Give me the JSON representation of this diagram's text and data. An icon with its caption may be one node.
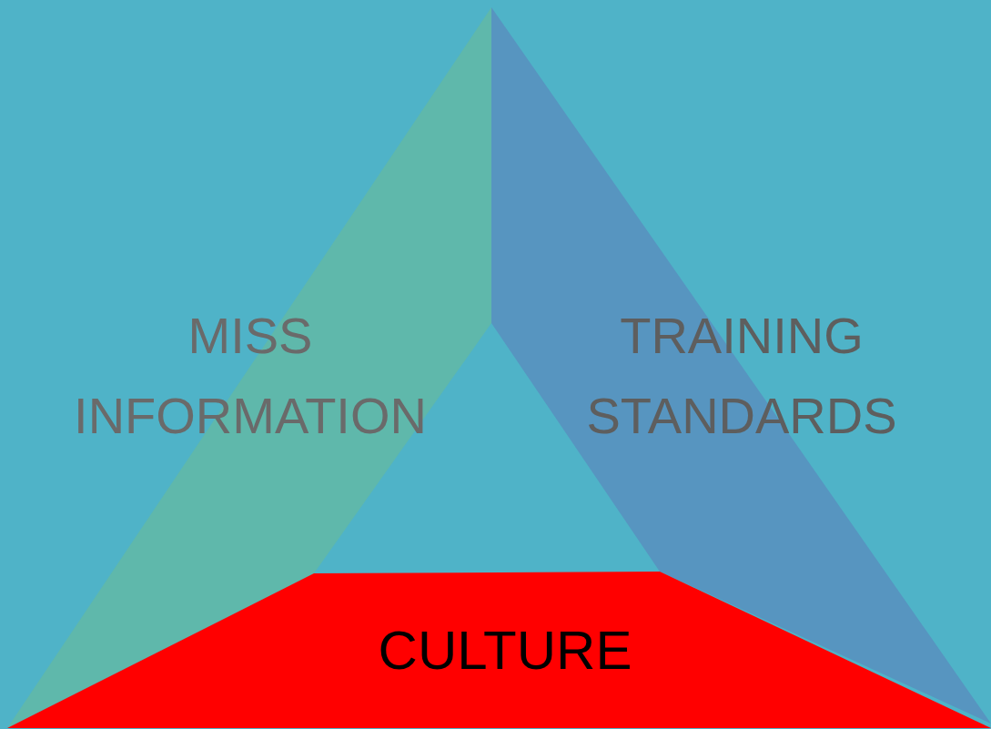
{
  "diagram": {
    "nodes": [
      {
        "text": [
          "MISS INFORMATION"
        ]
      },
      {
        "text": [
          "TRAINING STANDARDS"
        ]
      },
      {
        "text": [
          "CULTURE"
        ]
      }
    ]
  }
}
